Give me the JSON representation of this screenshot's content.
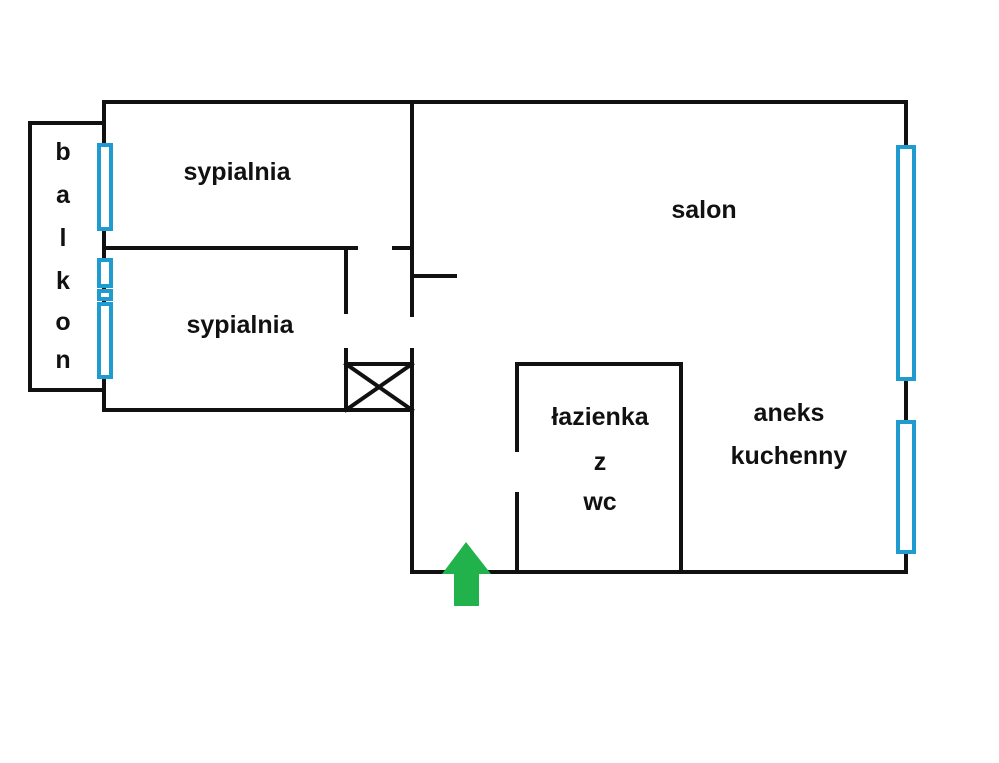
{
  "rooms": {
    "balcony": "balkon",
    "bedroom_top": "sypialnia",
    "bedroom_bottom": "sypialnia",
    "living_room": "salon",
    "bathroom_line1": "łazienka",
    "bathroom_line2": "z",
    "bathroom_line3": "wc",
    "kitchen_line1": "aneks",
    "kitchen_line2": "kuchenny"
  },
  "colors": {
    "wall": "#111111",
    "window": "#1f9bd0",
    "entrance_arrow": "#22b24c",
    "background": "#ffffff"
  },
  "icons": {
    "entrance": "entrance-arrow-icon",
    "shaft": "ventilation-shaft-icon"
  }
}
